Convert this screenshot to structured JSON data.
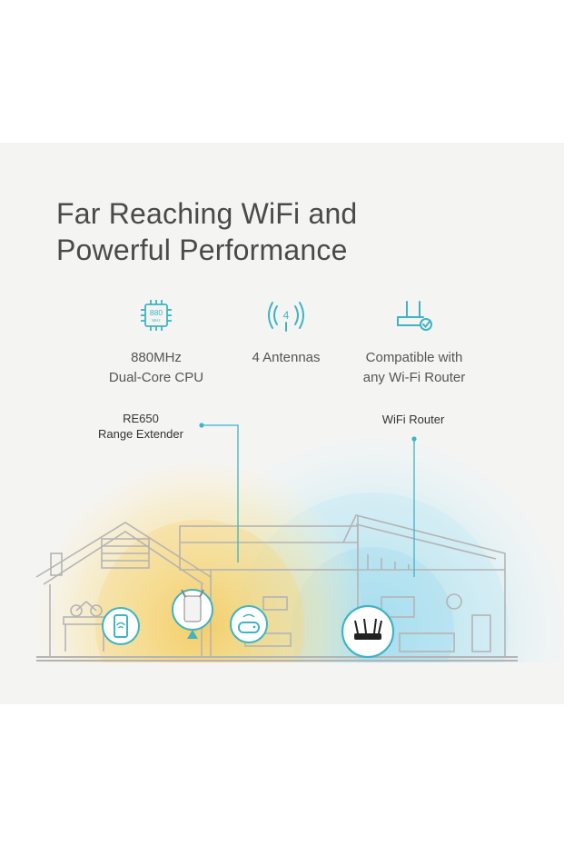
{
  "headline": {
    "line1": "Far Reaching WiFi and",
    "line2": "Powerful Performance"
  },
  "features": [
    {
      "icon": "cpu-chip-icon",
      "icon_text": "880",
      "icon_subtext": "MHz",
      "line1": "880MHz",
      "line2": "Dual-Core CPU"
    },
    {
      "icon": "antenna-icon",
      "icon_text": "4",
      "line1": "4 Antennas",
      "line2": ""
    },
    {
      "icon": "router-check-icon",
      "line1": "Compatible with",
      "line2": "any Wi-Fi Router"
    }
  ],
  "callouts": {
    "extender": {
      "line1": "RE650",
      "line2": "Range Extender"
    },
    "router": {
      "line1": "WiFi Router"
    }
  },
  "colors": {
    "background": "#f4f4f3",
    "accent_teal": "#3fb4c4",
    "coverage_yellow": "#f6d36a",
    "coverage_blue": "#9fdbea",
    "headline_text": "#4a4a4a",
    "house_line": "#b4b4b4"
  }
}
